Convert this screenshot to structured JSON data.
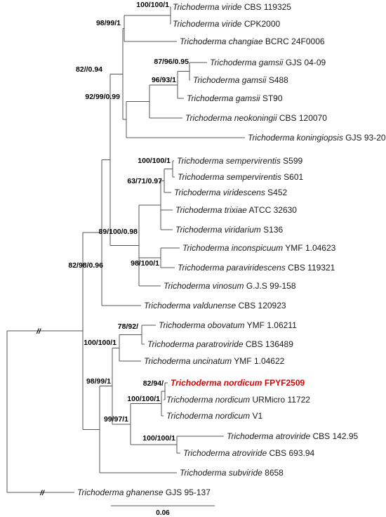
{
  "tree": {
    "taxa": [
      {
        "genus": "Trichoderma",
        "epithet": "viride",
        "strain": "CBS 119325"
      },
      {
        "genus": "Trichoderma",
        "epithet": "viride",
        "strain": "CPK2000"
      },
      {
        "genus": "Trichoderma",
        "epithet": "changiae",
        "strain": "BCRC 24F0006"
      },
      {
        "genus": "Trichoderma",
        "epithet": "gamsii",
        "strain": "GJS 04-09"
      },
      {
        "genus": "Trichoderma",
        "epithet": "gamsii",
        "strain": "S488"
      },
      {
        "genus": "Trichoderma",
        "epithet": "gamsii",
        "strain": "ST90"
      },
      {
        "genus": "Trichoderma",
        "epithet": "neokoningii",
        "strain": "CBS 120070"
      },
      {
        "genus": "Trichoderma",
        "epithet": "koningiopsis",
        "strain": "GJS 93-20"
      },
      {
        "genus": "Trichoderma",
        "epithet": "sempervirentis",
        "strain": "S599"
      },
      {
        "genus": "Trichoderma",
        "epithet": "sempervirentis",
        "strain": "S601"
      },
      {
        "genus": "Trichoderma",
        "epithet": "viridescens",
        "strain": "S452"
      },
      {
        "genus": "Trichoderma",
        "epithet": "trixiae",
        "strain": "ATCC 32630"
      },
      {
        "genus": "Trichoderma",
        "epithet": "viridarium",
        "strain": "S136"
      },
      {
        "genus": "Trichoderma",
        "epithet": "inconspicuum",
        "strain": "YMF 1.04623"
      },
      {
        "genus": "Trichoderma",
        "epithet": "paraviridescens",
        "strain": "CBS 119321"
      },
      {
        "genus": "Trichoderma",
        "epithet": "vinosum",
        "strain": "G.J.S 99-158"
      },
      {
        "genus": "Trichoderma",
        "epithet": "valdunense",
        "strain": "CBS 120923"
      },
      {
        "genus": "Trichoderma",
        "epithet": "obovatum",
        "strain": "YMF 1.06211"
      },
      {
        "genus": "Trichoderma",
        "epithet": "paratroviride",
        "strain": "CBS 136489"
      },
      {
        "genus": "Trichoderma",
        "epithet": "uncinatum",
        "strain": "YMF 1.04622"
      },
      {
        "genus": "Trichoderma",
        "epithet": "nordicum",
        "strain": "FPYF2509",
        "highlight": true
      },
      {
        "genus": "Trichoderma",
        "epithet": "nordicum",
        "strain": "URMicro 11722"
      },
      {
        "genus": "Trichoderma",
        "epithet": "nordicum",
        "strain": "V1"
      },
      {
        "genus": "Trichoderma",
        "epithet": "atroviride",
        "strain": "CBS 142.95"
      },
      {
        "genus": "Trichoderma",
        "epithet": "atroviride",
        "strain": "CBS 693.94"
      },
      {
        "genus": "Trichoderma",
        "epithet": "subviride",
        "strain": "8658"
      },
      {
        "genus": "Trichoderma",
        "epithet": "ghanense",
        "strain": "GJS 95-137"
      }
    ],
    "support": [
      "100/100/1",
      "98/99/1",
      "87/96/0.95",
      "96/93/1",
      "92/99/0.99",
      "82//0.94",
      "100/100/1",
      "63/71/0.97",
      "89/100/0.98",
      "98/100/1",
      "82/98/0.96",
      "78/92/",
      "100/100/1",
      "98/99/1",
      "82/94/",
      "100/100/1",
      "99/97/1",
      "100/100/1"
    ],
    "break_mark": "//",
    "scale_label": "0.06",
    "highlight_color": "#e00000"
  }
}
